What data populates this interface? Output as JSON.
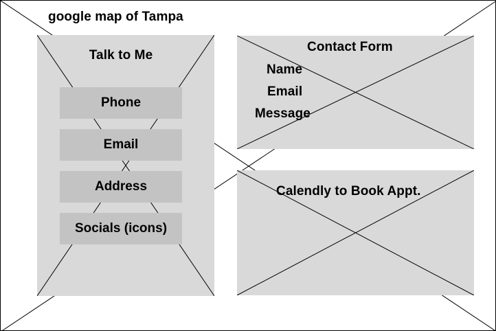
{
  "background": {
    "label": "google map of Tampa"
  },
  "talk_panel": {
    "title": "Talk to Me",
    "items": [
      {
        "label": "Phone"
      },
      {
        "label": "Email"
      },
      {
        "label": "Address"
      },
      {
        "label": "Socials (icons)"
      }
    ]
  },
  "contact_form": {
    "title": "Contact Form",
    "fields": [
      {
        "label": "Name"
      },
      {
        "label": "Email"
      },
      {
        "label": "Message"
      }
    ]
  },
  "calendly": {
    "title": "Calendly to Book Appt."
  },
  "colors": {
    "panel": "#d9d9d9",
    "button": "#c3c3c3",
    "line": "#000000",
    "background": "#ffffff"
  }
}
